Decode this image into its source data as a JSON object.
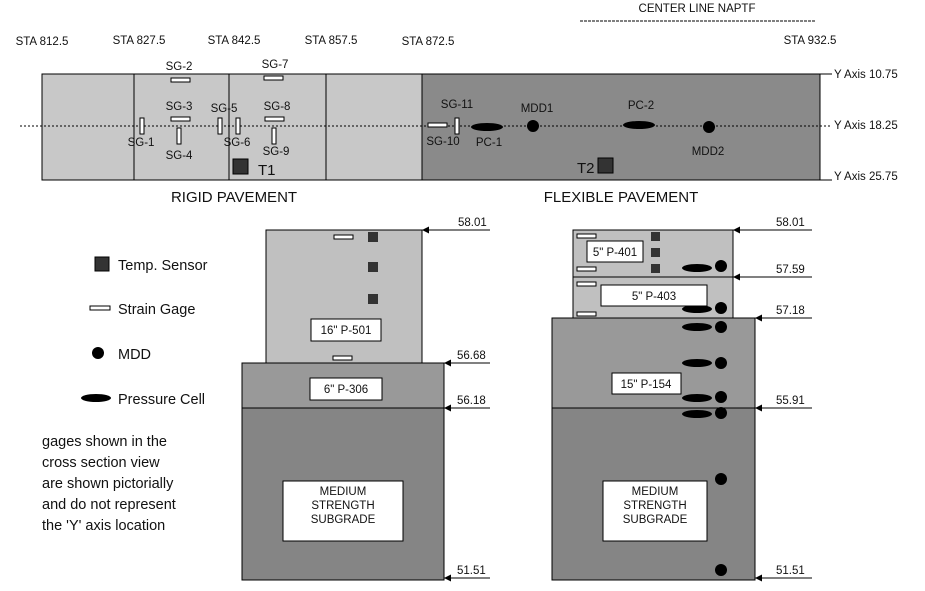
{
  "header": {
    "center_line": "CENTER LINE NAPTF"
  },
  "stations": [
    "STA 812.5",
    "STA 827.5",
    "STA 842.5",
    "STA 857.5",
    "STA 872.5",
    "STA 932.5"
  ],
  "y_axis": [
    "Y Axis 10.75",
    "Y Axis 18.25",
    "Y Axis 25.75"
  ],
  "plan_gages": {
    "sg1": "SG-1",
    "sg2": "SG-2",
    "sg3": "SG-3",
    "sg4": "SG-4",
    "sg5": "SG-5",
    "sg6": "SG-6",
    "sg7": "SG-7",
    "sg8": "SG-8",
    "sg9": "SG-9",
    "sg10": "SG-10",
    "sg11": "SG-11",
    "pc1": "PC-1",
    "pc2": "PC-2",
    "mdd1": "MDD1",
    "mdd2": "MDD2",
    "t1": "T1",
    "t2": "T2"
  },
  "sections": {
    "rigid": "RIGID PAVEMENT",
    "flexible": "FLEXIBLE PAVEMENT"
  },
  "legend": {
    "temp": "Temp. Sensor",
    "strain": "Strain Gage",
    "mdd": "MDD",
    "pressure": "Pressure Cell"
  },
  "note": [
    "gages shown in the",
    "cross section view",
    "are shown pictorially",
    "and do not represent",
    "the 'Y' axis location"
  ],
  "rigid_layers": {
    "p501": "16\" P-501",
    "p306": "6\" P-306",
    "subgrade": [
      "MEDIUM",
      "STRENGTH",
      "SUBGRADE"
    ]
  },
  "flex_layers": {
    "p401": "5\" P-401",
    "p403": "5\" P-403",
    "p154": "15\" P-154",
    "subgrade": [
      "MEDIUM",
      "STRENGTH",
      "SUBGRADE"
    ]
  },
  "elevations_rigid": [
    "58.01",
    "56.68",
    "56.18",
    "51.51"
  ],
  "elevations_flex": [
    "58.01",
    "57.59",
    "57.18",
    "55.91",
    "51.51"
  ],
  "colors": {
    "rigid_plan": "#c8c8c8",
    "flex_plan": "#8a8a8a",
    "light_layer": "#c0c0c0",
    "mid_layer": "#999999",
    "dark_layer": "#858585"
  }
}
